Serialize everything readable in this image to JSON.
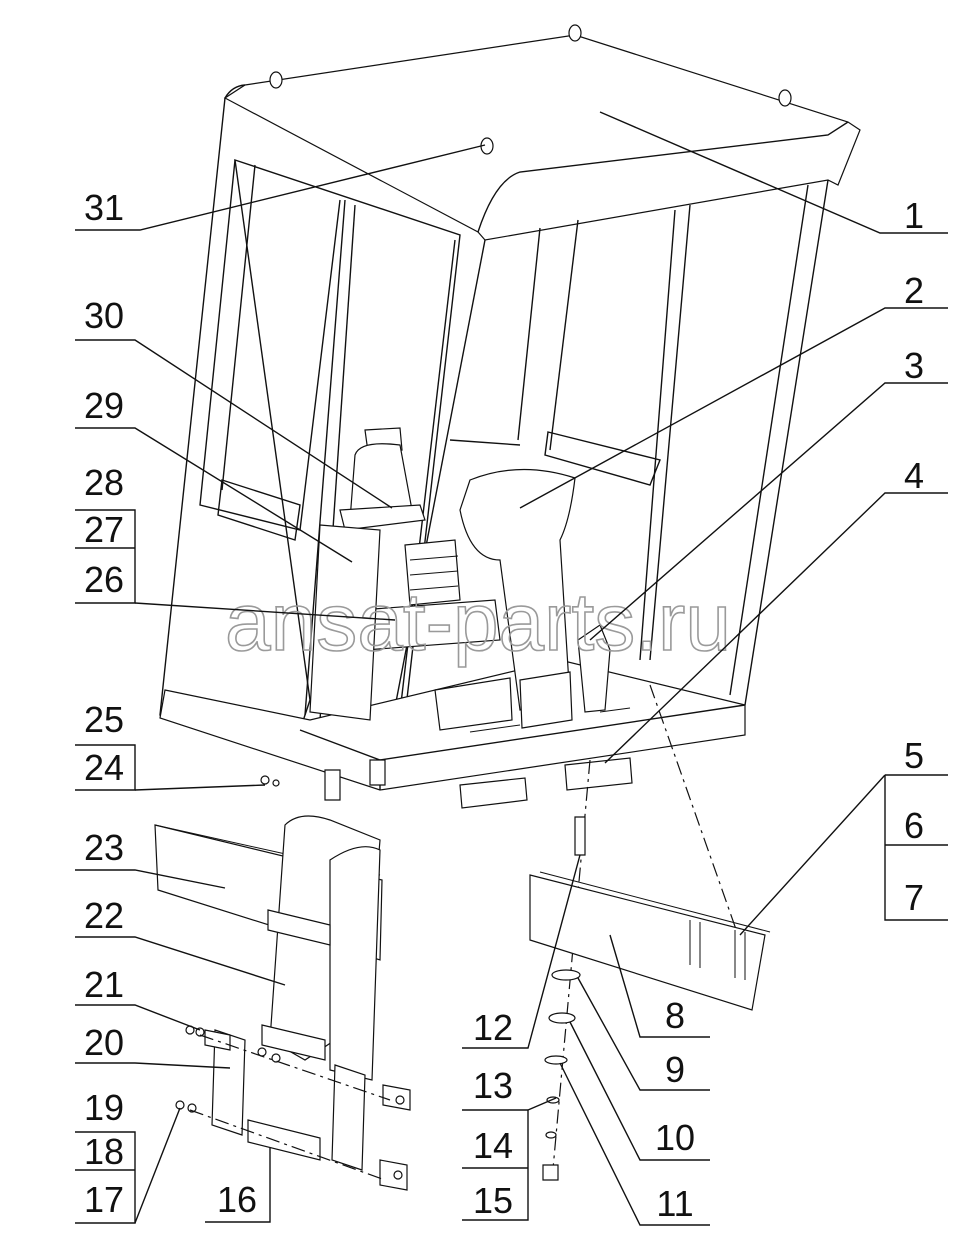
{
  "watermark": "ansat-parts.ru",
  "callouts": {
    "c1": "1",
    "c2": "2",
    "c3": "3",
    "c4": "4",
    "c5": "5",
    "c6": "6",
    "c7": "7",
    "c8": "8",
    "c9": "9",
    "c10": "10",
    "c11": "11",
    "c12": "12",
    "c13": "13",
    "c14": "14",
    "c15": "15",
    "c16": "16",
    "c17": "17",
    "c18": "18",
    "c19": "19",
    "c20": "20",
    "c21": "21",
    "c22": "22",
    "c23": "23",
    "c24": "24",
    "c25": "25",
    "c26": "26",
    "c27": "27",
    "c28": "28",
    "c29": "29",
    "c30": "30",
    "c31": "31"
  }
}
